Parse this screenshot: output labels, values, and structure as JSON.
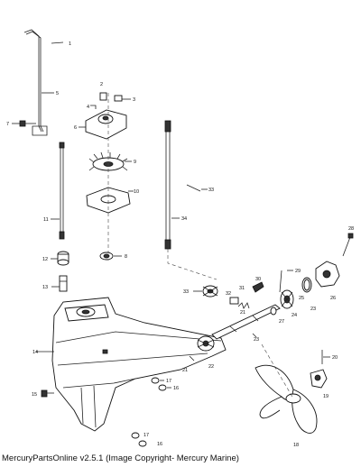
{
  "diagram": {
    "callouts": [
      {
        "id": "c1",
        "text": "1"
      },
      {
        "id": "c2",
        "text": "2"
      },
      {
        "id": "c3",
        "text": "3"
      },
      {
        "id": "c4",
        "text": "4"
      },
      {
        "id": "c5",
        "text": "5"
      },
      {
        "id": "c6",
        "text": "6"
      },
      {
        "id": "c7",
        "text": "7"
      },
      {
        "id": "c8",
        "text": "8"
      },
      {
        "id": "c9",
        "text": "9"
      },
      {
        "id": "c10",
        "text": "10"
      },
      {
        "id": "c11",
        "text": "11"
      },
      {
        "id": "c12",
        "text": "12"
      },
      {
        "id": "c13",
        "text": "13"
      },
      {
        "id": "c14",
        "text": "14"
      },
      {
        "id": "c15",
        "text": "15"
      },
      {
        "id": "c16a",
        "text": "16"
      },
      {
        "id": "c16b",
        "text": "16"
      },
      {
        "id": "c17a",
        "text": "17"
      },
      {
        "id": "c17b",
        "text": "17"
      },
      {
        "id": "c18",
        "text": "18"
      },
      {
        "id": "c19",
        "text": "19"
      },
      {
        "id": "c20",
        "text": "20"
      },
      {
        "id": "c21a",
        "text": "21"
      },
      {
        "id": "c21b",
        "text": "21"
      },
      {
        "id": "c22",
        "text": "22"
      },
      {
        "id": "c23a",
        "text": "23"
      },
      {
        "id": "c23b",
        "text": "23"
      },
      {
        "id": "c24",
        "text": "24"
      },
      {
        "id": "c25",
        "text": "25"
      },
      {
        "id": "c26",
        "text": "26"
      },
      {
        "id": "c27",
        "text": "27"
      },
      {
        "id": "c28",
        "text": "28"
      },
      {
        "id": "c29",
        "text": "29"
      },
      {
        "id": "c30",
        "text": "30"
      },
      {
        "id": "c31",
        "text": "31"
      },
      {
        "id": "c32",
        "text": "32"
      },
      {
        "id": "c33a",
        "text": "33"
      },
      {
        "id": "c33b",
        "text": "33"
      },
      {
        "id": "c34",
        "text": "34"
      }
    ]
  },
  "footer": {
    "caption": "MercuryPartsOnline v2.5.1 (Image Copyright- Mercury Marine)"
  }
}
